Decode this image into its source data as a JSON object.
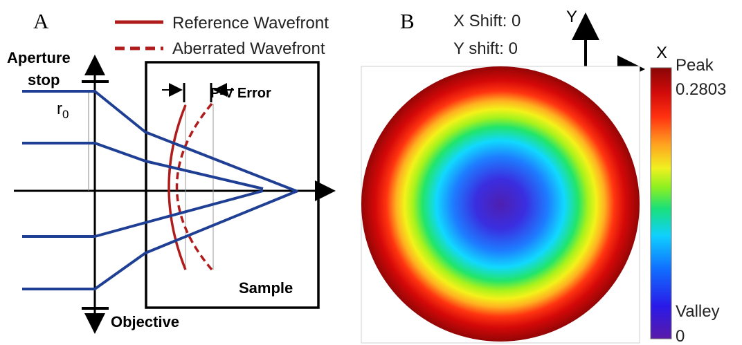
{
  "panel_a": {
    "label": "A",
    "legend": {
      "reference": "Reference Wavefront",
      "aberrated": "Aberrated Wavefront"
    },
    "aperture_stop": "Aperture stop",
    "aperture_stop_line1": "Aperture",
    "aperture_stop_line2": "stop",
    "radius_symbol": "r",
    "radius_subscript": "0",
    "pv_error": "P-V Error",
    "sample": "Sample",
    "objective": "Objective",
    "colors": {
      "rays": "#1f3f94",
      "reference": "#b01b1b",
      "aberrated": "#b01b1b",
      "frame": "#000000"
    }
  },
  "panel_b": {
    "label": "B",
    "x_shift": "X Shift: 0",
    "y_shift": "Y shift: 0",
    "axis_x": "X",
    "axis_y": "Y",
    "colorbar": {
      "peak_label": "Peak",
      "peak_value": "0.2803",
      "valley_label": "Valley",
      "valley_value": "0",
      "colormap": "jet"
    },
    "map_description": "radially symmetric wavefront error"
  }
}
